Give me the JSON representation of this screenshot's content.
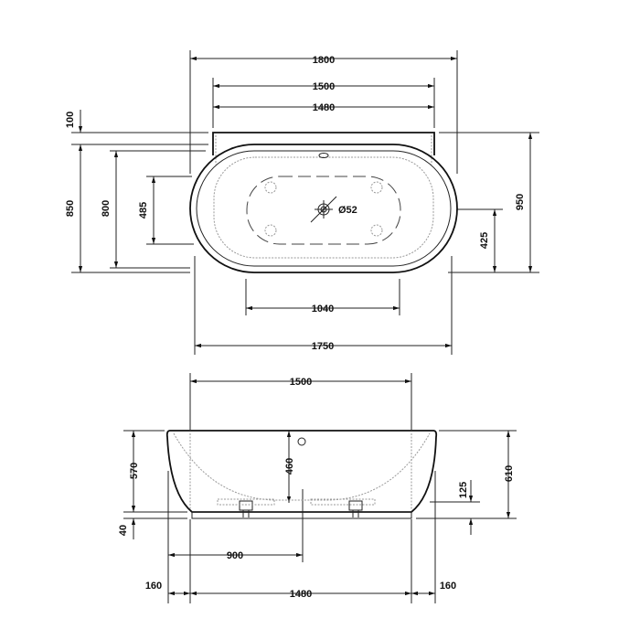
{
  "top_view": {
    "width_overall": "1800",
    "width_wall": "1500",
    "width_inner": "1480",
    "wall_offset": "100",
    "depth_850": "850",
    "depth_800": "800",
    "inner_485": "485",
    "depth_950": "950",
    "drain_425": "425",
    "drain_diameter": "Ø52",
    "bottom_1040": "1040",
    "length_1750": "1750"
  },
  "side_view": {
    "top_1500": "1500",
    "height_570": "570",
    "plinth_40": "40",
    "height_610": "610",
    "depth_460": "460",
    "drain_125": "125",
    "drain_900": "900",
    "left_160": "160",
    "base_1480": "1480",
    "right_160": "160"
  }
}
